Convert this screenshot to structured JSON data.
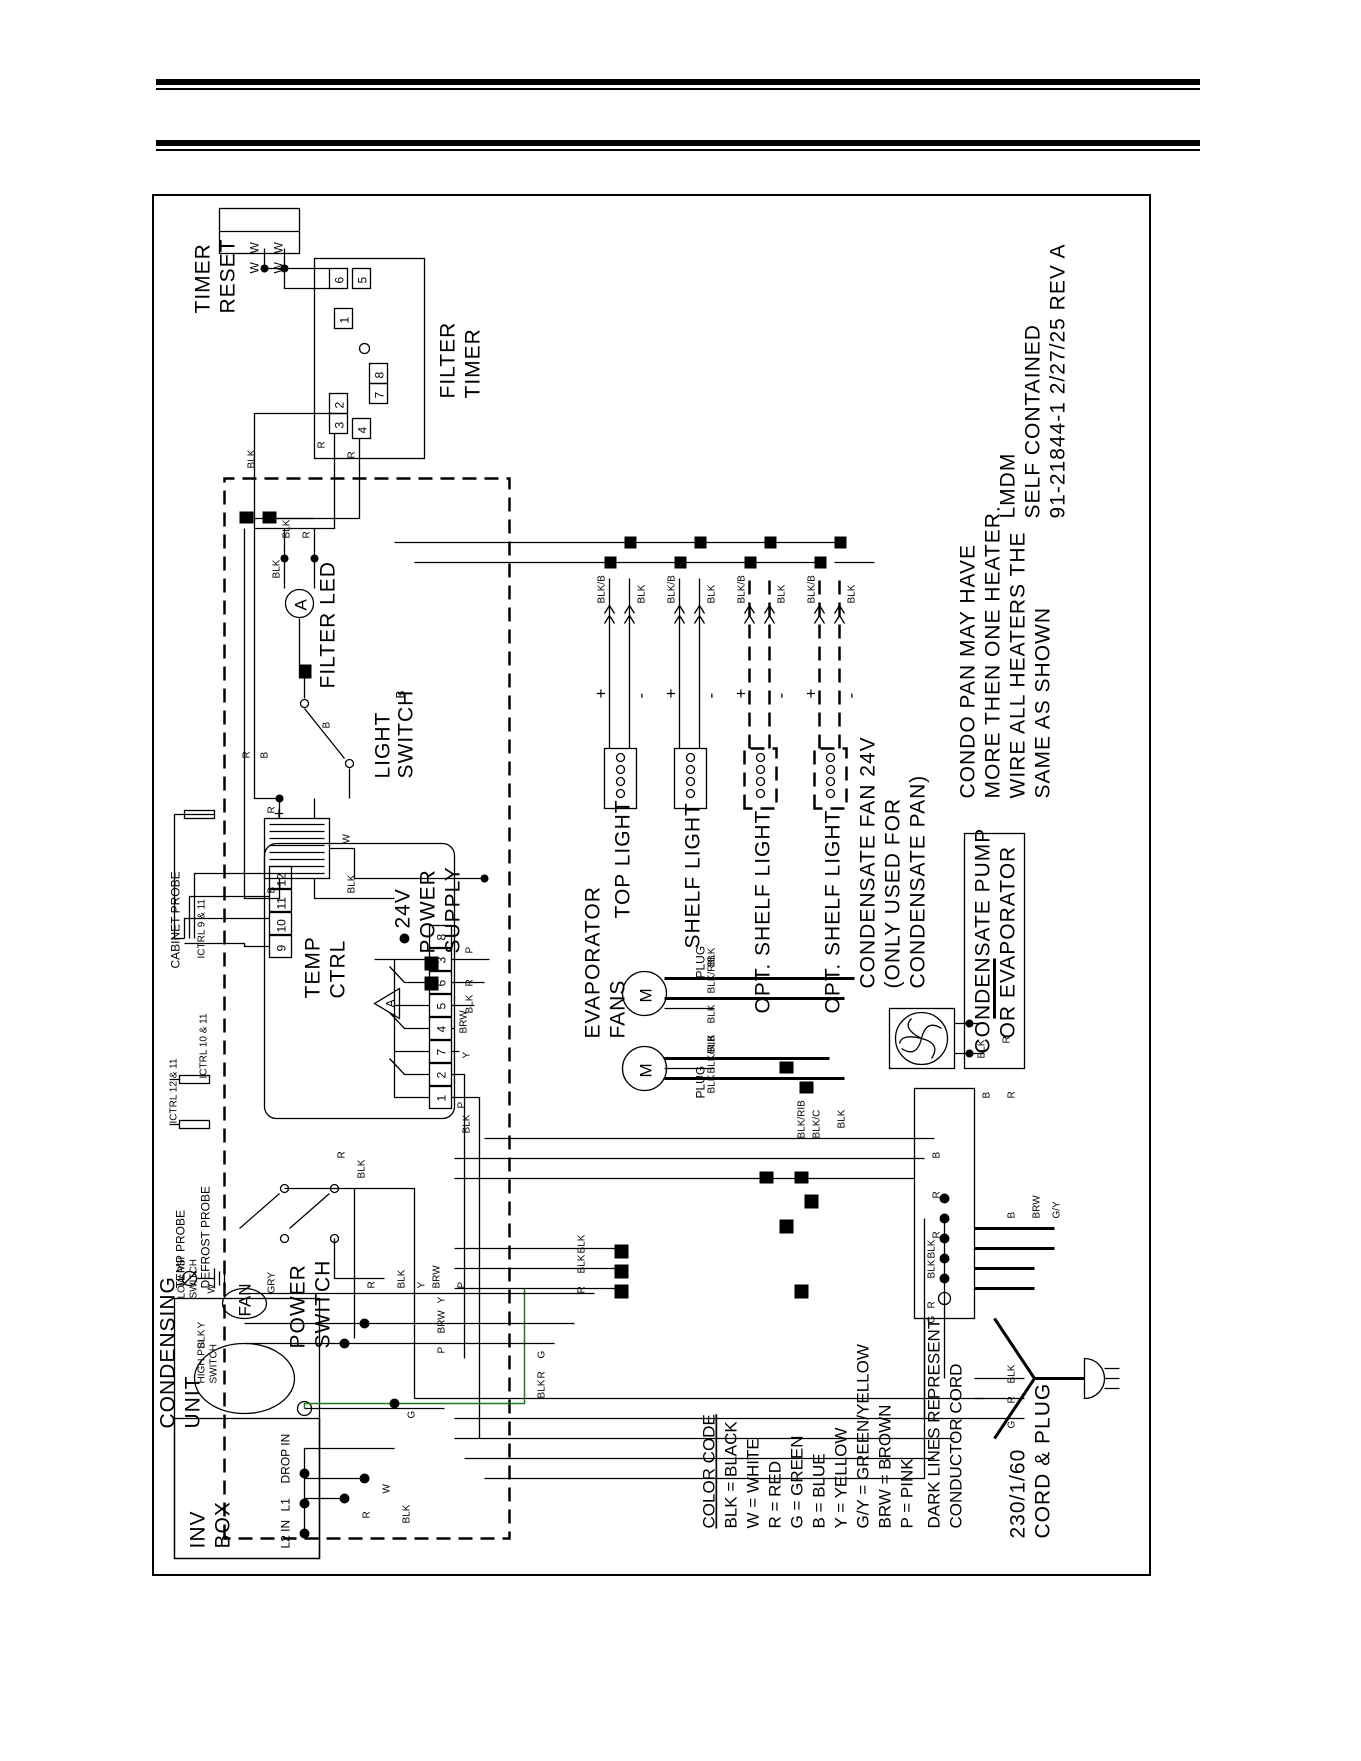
{
  "labels": {
    "timer_reset": [
      "TIMER",
      "RESET"
    ],
    "filter_timer": [
      "FILTER",
      "TIMER"
    ],
    "filter_led": "FILTER LED",
    "light_switch": [
      "LIGHT",
      "SWITCH"
    ],
    "cabinet_probe": "CABINET PROBE",
    "ictrl_9_11": "ICTRL 9 & 11",
    "temp_ctrl": [
      "TEMP",
      "CTRL"
    ],
    "power_supply": [
      "24V",
      "POWER",
      "SUPPLY"
    ],
    "temp_probe": "TEMP PROBE",
    "ictrl_12_11": "ICTRL 12 & 11",
    "defrost_probe": "DEFROST PROBE",
    "ictrl_10_11": "ICTRL 10 & 11",
    "condensing_unit": [
      "CONDENSING",
      "UNIT"
    ],
    "power_switch": [
      "POWER",
      "SWITCH"
    ],
    "top_light": "TOP LIGHT",
    "shelf_light": "SHELF LIGHT",
    "opt_shelf_light_1": "OPT. SHELF LIGHT",
    "opt_shelf_light_2": "OPT. SHELF LIGHT",
    "evaporator_fans": [
      "EVAPORATOR",
      "FANS"
    ],
    "plug_1": "PLUG",
    "plug_2": "PLUG",
    "condensate_fan": [
      "CONDENSATE FAN 24V",
      "(ONLY USED FOR",
      "CONDENSATE PAN)"
    ],
    "condo_pan_note": [
      "CONDO PAN MAY HAVE",
      "MORE THEN ONE HEATER.",
      "WIRE ALL HEATERS THE",
      "SAME AS SHOWN"
    ],
    "condensate_pump": [
      "CONDENSATE PUMP",
      "OR EVAPORATOR"
    ],
    "model_info": [
      "LMDM",
      "SELF CONTAINED",
      "91-21844-1  2/27/25  REV A"
    ],
    "low_psi_switch": [
      "LOW PSI",
      "SWITCH"
    ],
    "high_psi_switch": [
      "HIGH PSI",
      "SWITCH"
    ],
    "fan": "FAN",
    "inv_box": [
      "INV",
      "BOX"
    ],
    "drop_in": "DROP IN",
    "l1": "L1",
    "l2_in": "L2 IN",
    "cord_plug": [
      "230/1/60",
      "CORD & PLUG"
    ],
    "dark_lines_note": [
      "DARK LINES REPRESENT",
      "CONDUCTOR CORD"
    ]
  },
  "color_code": {
    "title": "COLOR CODE",
    "entries": [
      "BLK = BLACK",
      "W = WHITE",
      "R = RED",
      "G = GREEN",
      "B = BLUE",
      "Y = YELLOW",
      "G/Y = GREEN/YELLOW",
      "BRW = BROWN",
      "P = PINK"
    ]
  },
  "wire_labels": {
    "w": "W",
    "r": "R",
    "b": "B",
    "blk": "BLK",
    "y": "Y",
    "p": "P",
    "g": "G",
    "brw": "BRW",
    "gy": "G/Y",
    "gry": "GRY",
    "blk_b": "BLK/B",
    "blk_rib": "BLK/RIB",
    "blk_c": "BLK/C",
    "plus": "+",
    "minus": "-",
    "m": "M",
    "a": "A"
  },
  "terminals": {
    "timer": [
      "1",
      "2",
      "3",
      "4",
      "5",
      "6",
      "7",
      "8"
    ],
    "temp_ctrl": [
      "1",
      "2",
      "3",
      "4",
      "5",
      "6",
      "7",
      "8",
      "9",
      "10",
      "11",
      "12"
    ]
  },
  "colors": {
    "ground_wire": "#1d7a1d"
  }
}
